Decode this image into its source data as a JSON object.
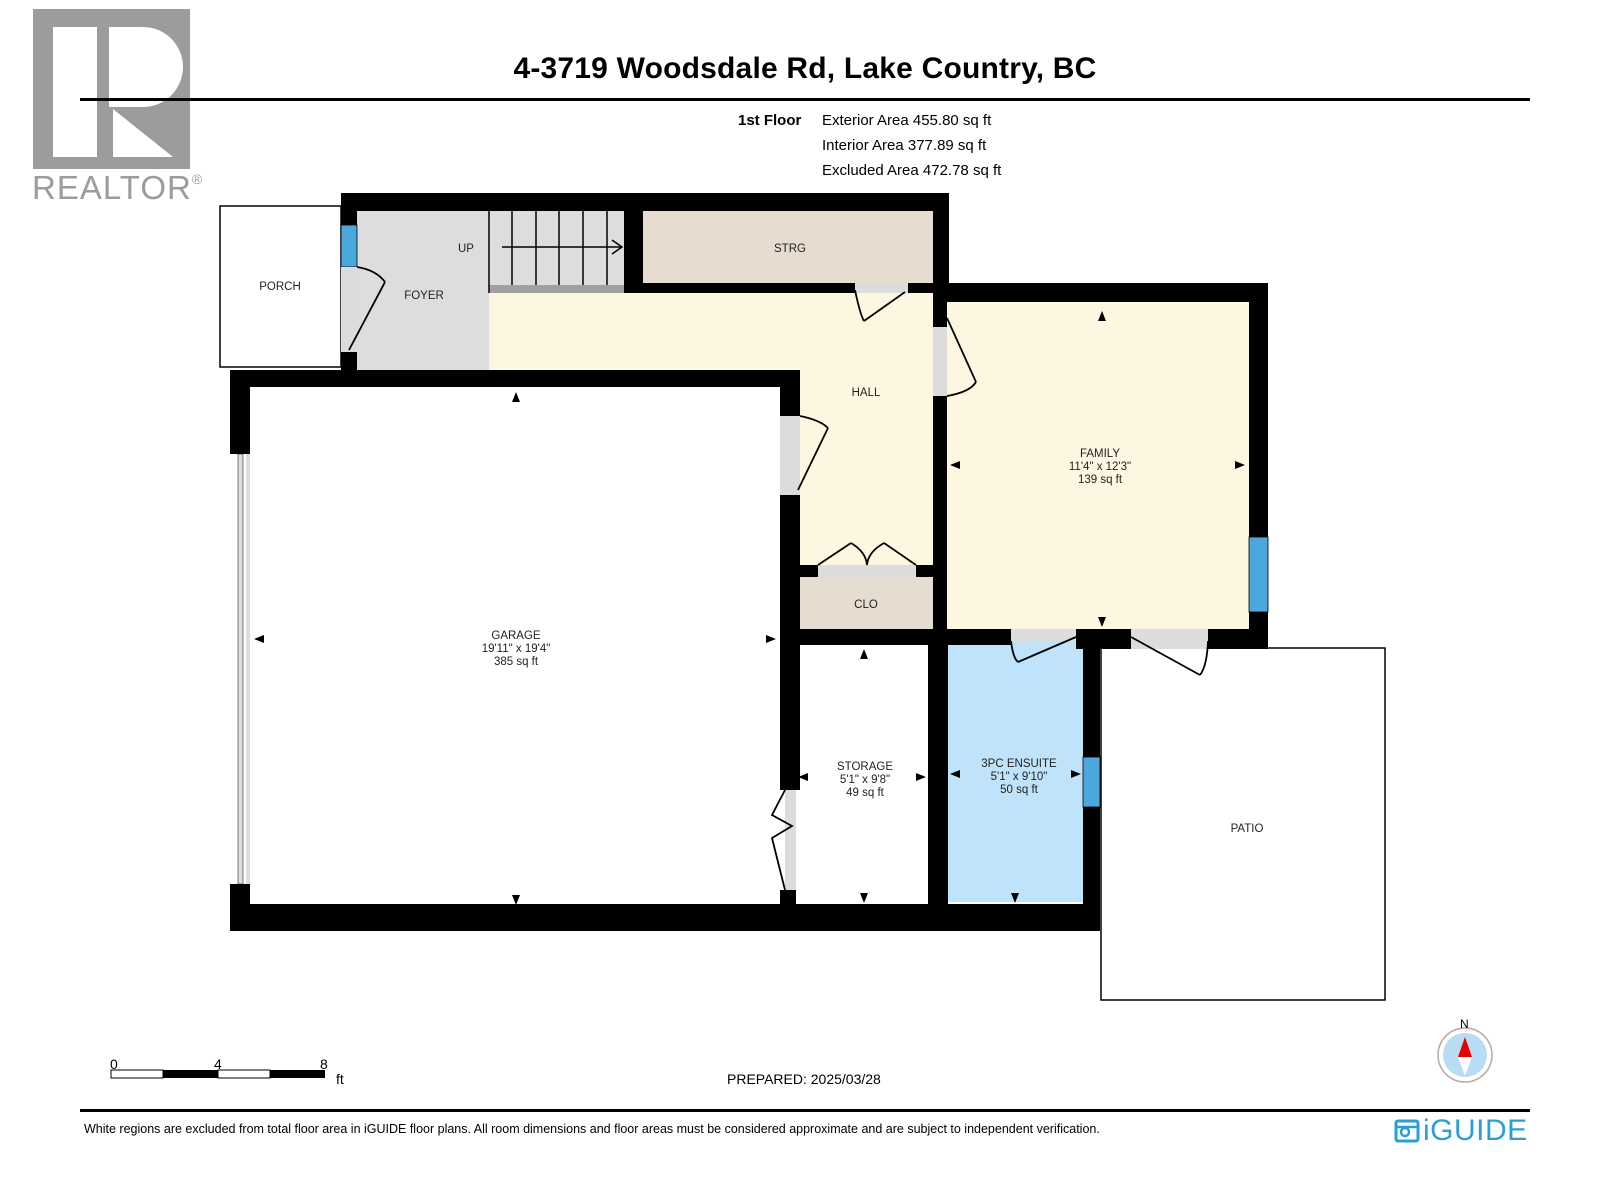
{
  "header": {
    "title": "4-3719 Woodsdale Rd, Lake Country, BC",
    "floor_label": "1st Floor",
    "areas": [
      "Exterior Area 455.80 sq ft",
      "Interior Area 377.89 sq ft",
      "Excluded Area 472.78 sq ft"
    ]
  },
  "logo": {
    "icon": "realtor-r-icon",
    "text": "REALTOR",
    "registered": "®"
  },
  "rooms": {
    "porch": {
      "name": "PORCH"
    },
    "foyer": {
      "name": "FOYER",
      "stair_label": "UP"
    },
    "strg": {
      "name": "STRG"
    },
    "hall": {
      "name": "HALL"
    },
    "family": {
      "name": "FAMILY",
      "dims": "11'4\" x 12'3\"",
      "area": "139 sq ft"
    },
    "clo": {
      "name": "CLO"
    },
    "garage": {
      "name": "GARAGE",
      "dims": "19'11\" x 19'4\"",
      "area": "385 sq ft"
    },
    "storage": {
      "name": "STORAGE",
      "dims": "5'1\" x 9'8\"",
      "area": "49 sq ft"
    },
    "ensuite": {
      "name": "3PC ENSUITE",
      "dims": "5'1\" x 9'10\"",
      "area": "50 sq ft"
    },
    "patio": {
      "name": "PATIO"
    }
  },
  "colors": {
    "wall": "#000000",
    "foyer_fill": "#dddddd",
    "hall_fill": "#fdf7e2",
    "storage_fill": "#e6ddd0",
    "ensuite_fill": "#bfe3fa",
    "window": "#4aa8dc",
    "door_gap": "#dcdcdc",
    "compass_red": "#e60000",
    "compass_blue": "#b7dcf3",
    "brand_blue": "#2a9fd6"
  },
  "scale_bar": {
    "ticks": [
      "0",
      "4",
      "8"
    ],
    "unit": "ft"
  },
  "compass": {
    "label": "N",
    "icon": "compass-north-icon"
  },
  "footer": {
    "prepared": "PREPARED: 2025/03/28",
    "disclaimer": "White regions are excluded from total floor area in iGUIDE floor plans. All room dimensions and floor areas must be considered approximate and are subject to independent verification.",
    "brand": "iGUIDE"
  }
}
